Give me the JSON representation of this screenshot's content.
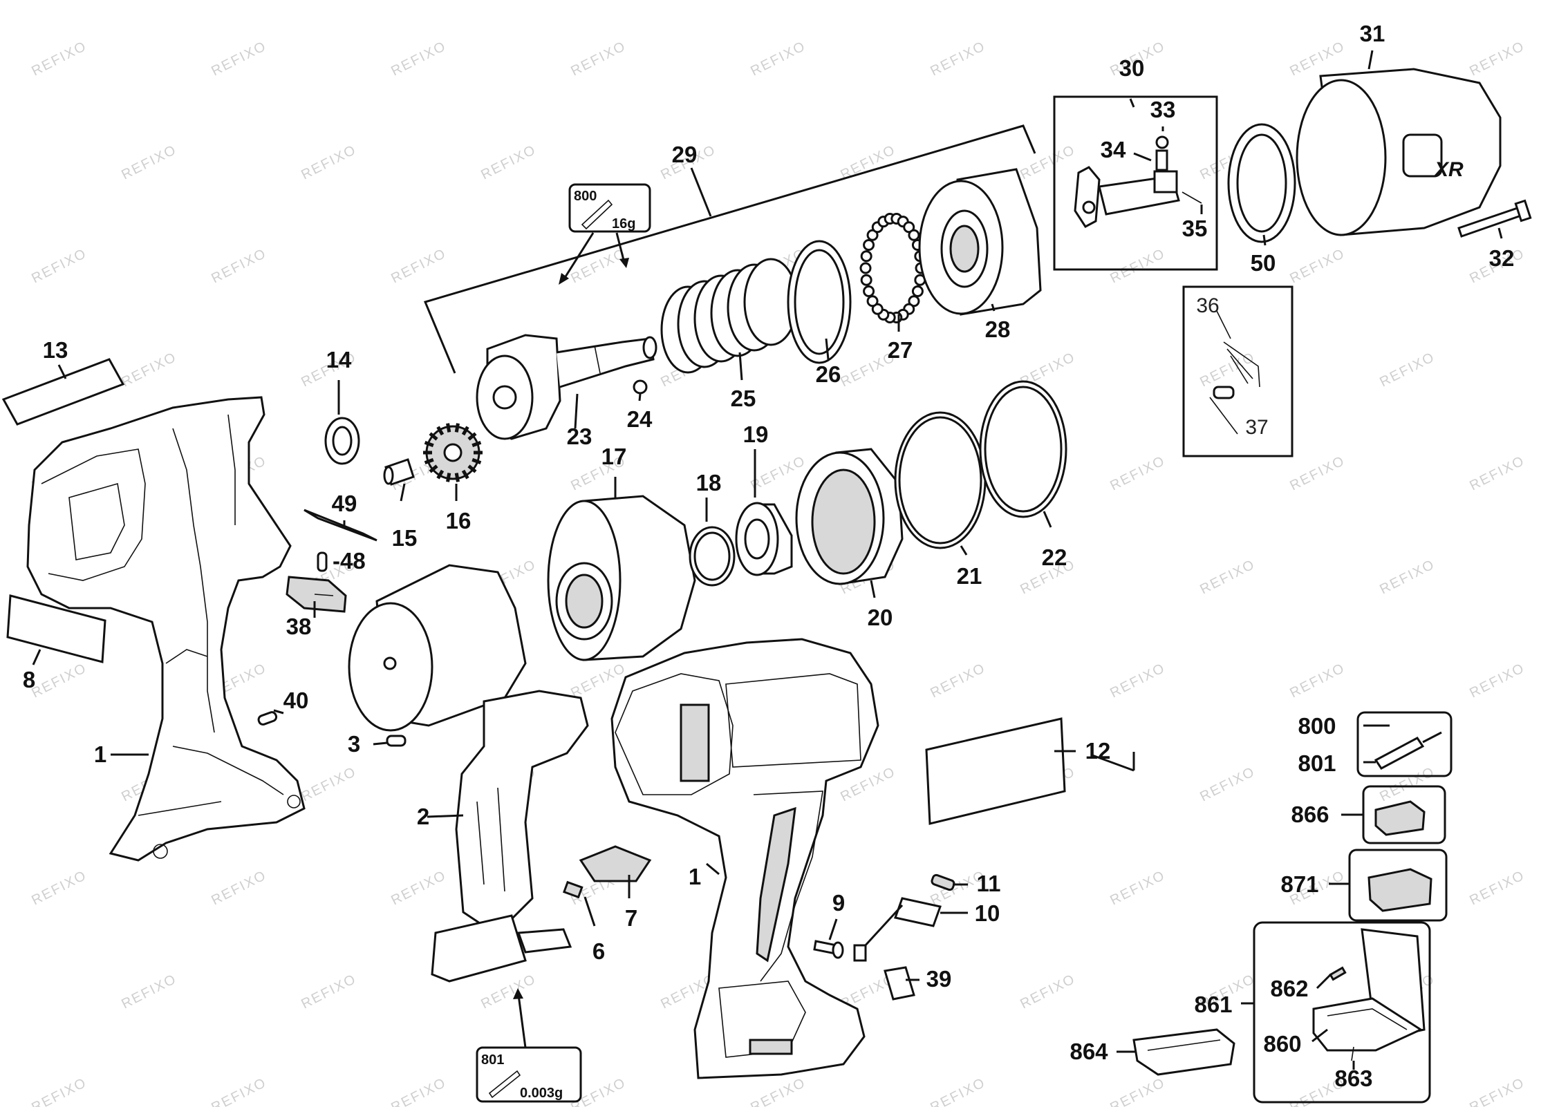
{
  "watermark": "REFIXO",
  "callouts": [
    {
      "id": "1a",
      "text": "1"
    },
    {
      "id": "1b",
      "text": "1"
    },
    {
      "id": "2",
      "text": "2"
    },
    {
      "id": "3",
      "text": "3"
    },
    {
      "id": "6",
      "text": "6"
    },
    {
      "id": "7",
      "text": "7"
    },
    {
      "id": "8",
      "text": "8"
    },
    {
      "id": "9",
      "text": "9"
    },
    {
      "id": "10",
      "text": "10"
    },
    {
      "id": "11",
      "text": "11"
    },
    {
      "id": "12",
      "text": "12"
    },
    {
      "id": "13",
      "text": "13"
    },
    {
      "id": "14",
      "text": "14"
    },
    {
      "id": "15",
      "text": "15"
    },
    {
      "id": "16",
      "text": "16"
    },
    {
      "id": "17",
      "text": "17"
    },
    {
      "id": "18",
      "text": "18"
    },
    {
      "id": "19",
      "text": "19"
    },
    {
      "id": "20",
      "text": "20"
    },
    {
      "id": "21",
      "text": "21"
    },
    {
      "id": "22",
      "text": "22"
    },
    {
      "id": "23",
      "text": "23"
    },
    {
      "id": "24",
      "text": "24"
    },
    {
      "id": "25",
      "text": "25"
    },
    {
      "id": "26",
      "text": "26"
    },
    {
      "id": "27",
      "text": "27"
    },
    {
      "id": "28",
      "text": "28"
    },
    {
      "id": "29",
      "text": "29"
    },
    {
      "id": "30",
      "text": "30"
    },
    {
      "id": "31",
      "text": "31"
    },
    {
      "id": "32",
      "text": "32"
    },
    {
      "id": "33",
      "text": "33"
    },
    {
      "id": "34",
      "text": "34"
    },
    {
      "id": "35",
      "text": "35"
    },
    {
      "id": "36",
      "text": "36"
    },
    {
      "id": "37",
      "text": "37"
    },
    {
      "id": "38",
      "text": "38"
    },
    {
      "id": "39",
      "text": "39"
    },
    {
      "id": "40",
      "text": "40"
    },
    {
      "id": "48",
      "text": "-48"
    },
    {
      "id": "49",
      "text": "49"
    },
    {
      "id": "50",
      "text": "50"
    },
    {
      "id": "800",
      "text": "800"
    },
    {
      "id": "801",
      "text": "801"
    },
    {
      "id": "860",
      "text": "860"
    },
    {
      "id": "861",
      "text": "861"
    },
    {
      "id": "862",
      "text": "862"
    },
    {
      "id": "863",
      "text": "863"
    },
    {
      "id": "864",
      "text": "864"
    },
    {
      "id": "866",
      "text": "866"
    },
    {
      "id": "871",
      "text": "871"
    }
  ],
  "lubricant_boxes": [
    {
      "id": "grease",
      "code": "800",
      "amount": "16g"
    },
    {
      "id": "grease-small",
      "code": "801",
      "amount": "0.003g"
    }
  ],
  "housing_logo": "XR"
}
